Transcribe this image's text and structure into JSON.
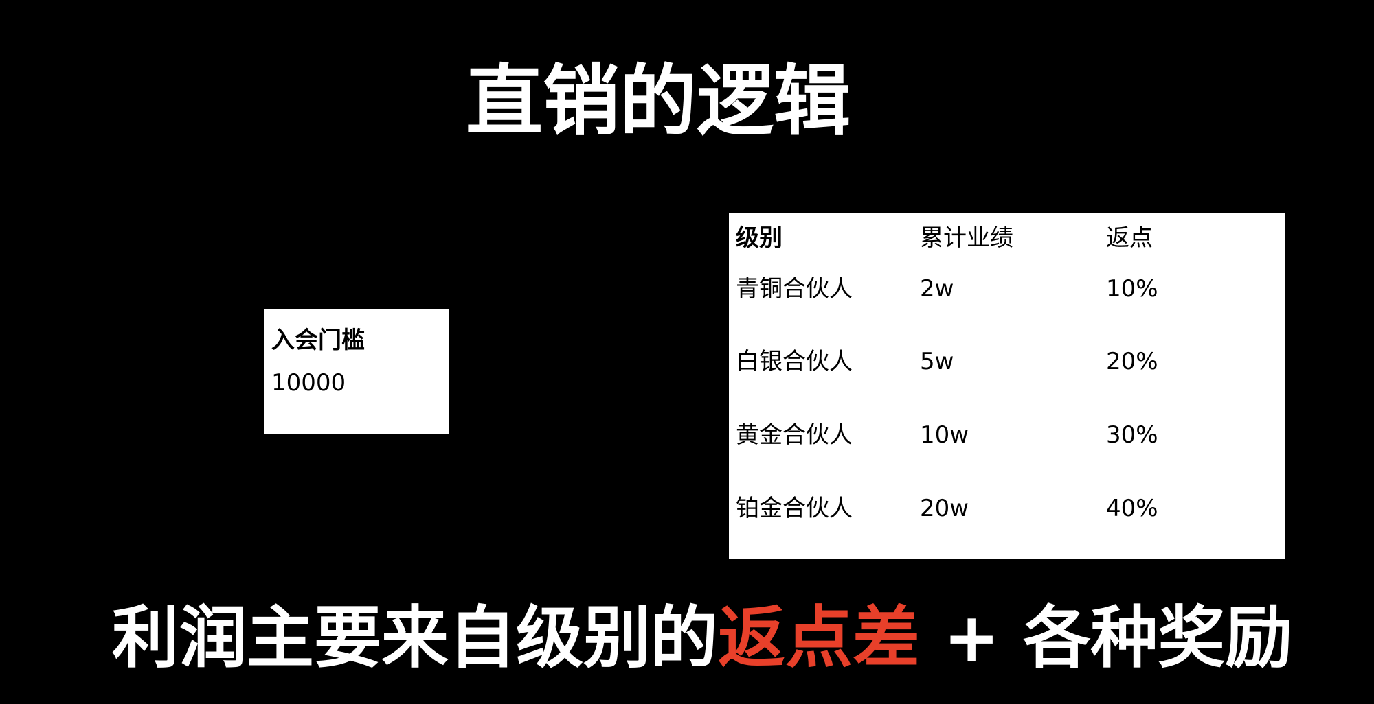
{
  "title": "直销的逻辑",
  "entry_box": {
    "label": "入会门槛",
    "value": "10000"
  },
  "table": {
    "headers": [
      "级别",
      "累计业绩",
      "返点"
    ],
    "rows": [
      [
        "青铜合伙人",
        "2w",
        "10%"
      ],
      [
        "白银合伙人",
        "5w",
        "20%"
      ],
      [
        "黄金合伙人",
        "10w",
        "30%"
      ],
      [
        "铂金合伙人",
        "20w",
        "40%"
      ]
    ]
  },
  "conclusion": {
    "prefix": "利润主要来自级别的",
    "highlight": "返点差",
    "suffix": " + 各种奖励"
  },
  "colors": {
    "highlight": "#e8402a",
    "background": "#000000"
  }
}
